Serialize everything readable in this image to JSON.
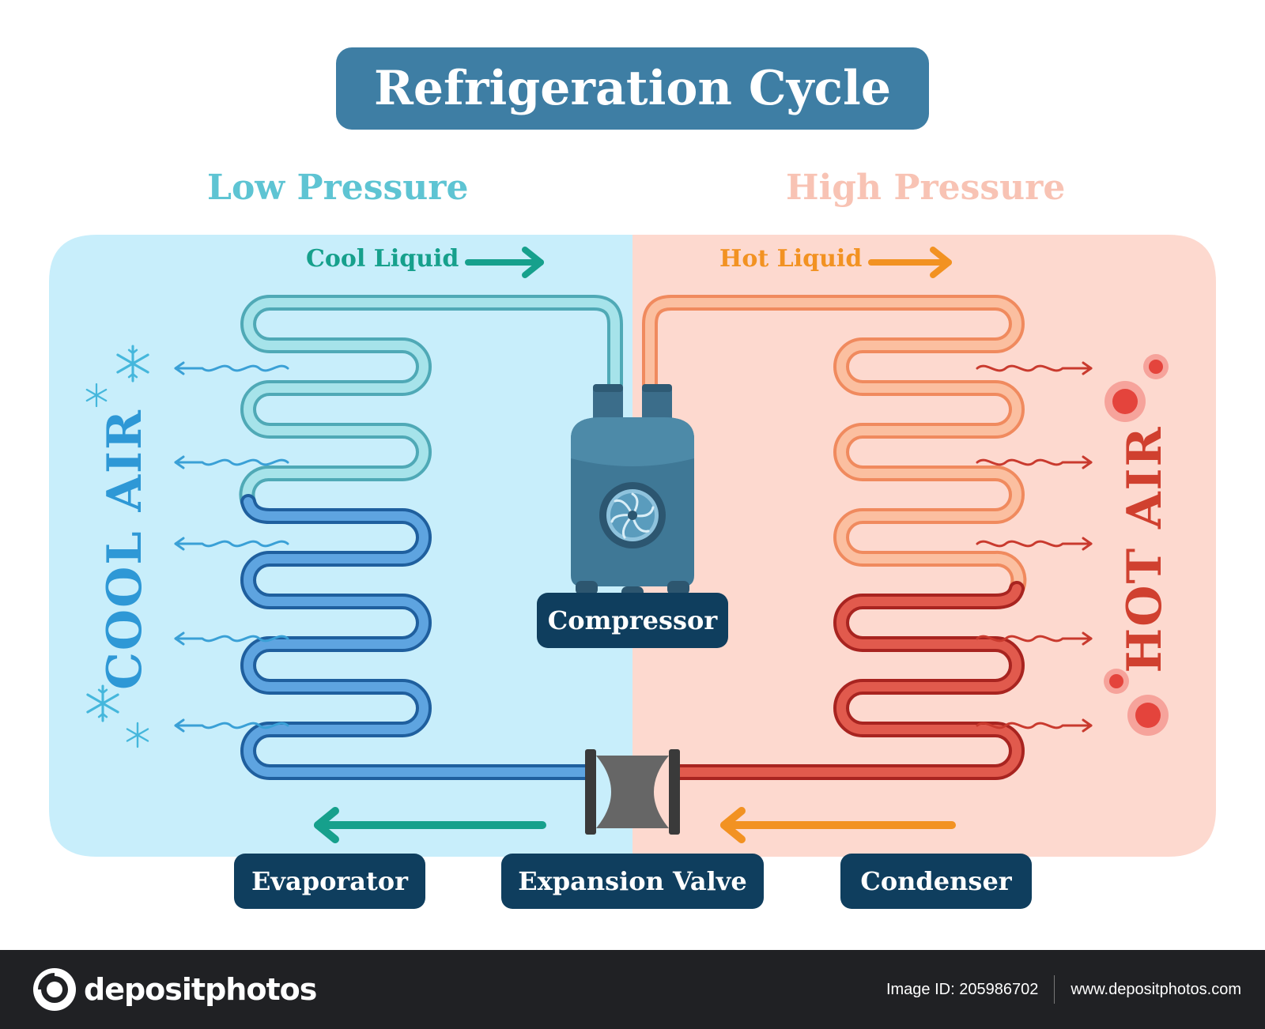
{
  "title": "Refrigeration Cycle",
  "sides": {
    "low": "Low Pressure",
    "high": "High Pressure"
  },
  "flows": {
    "cool_liquid": "Cool Liquid",
    "hot_liquid": "Hot Liquid"
  },
  "air": {
    "cool": "COOL AIR",
    "hot": "HOT AIR"
  },
  "parts": {
    "compressor": "Compressor",
    "evaporator": "Evaporator",
    "expansion_valve": "Expansion Valve",
    "condenser": "Condenser"
  },
  "footer": {
    "brand": "depositphotos",
    "image_id": "Image ID: 205986702",
    "site": "www.depositphotos.com"
  },
  "colors": {
    "low_bg": "#c8eefb",
    "high_bg": "#fdd9cf",
    "cool_pipe_light": "#66c4d0",
    "cool_pipe_dark": "#2a74b8",
    "hot_pipe_light": "#f8a27a",
    "hot_pipe_dark": "#c8302a",
    "teal_arrow": "#16a08c",
    "orange_arrow": "#f29222",
    "label_bg": "#0f3e5e",
    "title_bg": "#3e7ea4"
  }
}
